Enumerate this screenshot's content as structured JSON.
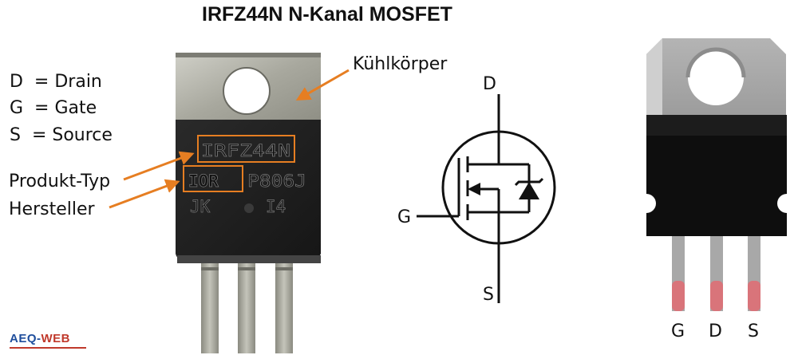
{
  "title": "IRFZ44N N-Kanal MOSFET",
  "legend": [
    {
      "symbol": "D",
      "text": "D  = Drain"
    },
    {
      "symbol": "G",
      "text": "G  = Gate"
    },
    {
      "symbol": "S",
      "text": "S  = Source"
    }
  ],
  "callouts": {
    "heatsink": "Kühlkörper",
    "product_type": "Produkt-Typ",
    "manufacturer": "Hersteller"
  },
  "chip_marking": {
    "part": "IRFZ44N",
    "logo": "IOR",
    "code": "P806J",
    "line3_left": "JK",
    "line3_right": "I4"
  },
  "symbol_labels": {
    "drain": "D",
    "gate": "G",
    "source": "S"
  },
  "pinout": [
    "G",
    "D",
    "S"
  ],
  "brand": {
    "left": "AEQ-",
    "right": "WEB",
    "left_color": "#1f4e9c",
    "right_color": "#c0392b"
  },
  "colors": {
    "accent": "#e67e22",
    "pin_highlight": "#d9747a",
    "body": "#111111",
    "tab": "#a6a6a6"
  }
}
